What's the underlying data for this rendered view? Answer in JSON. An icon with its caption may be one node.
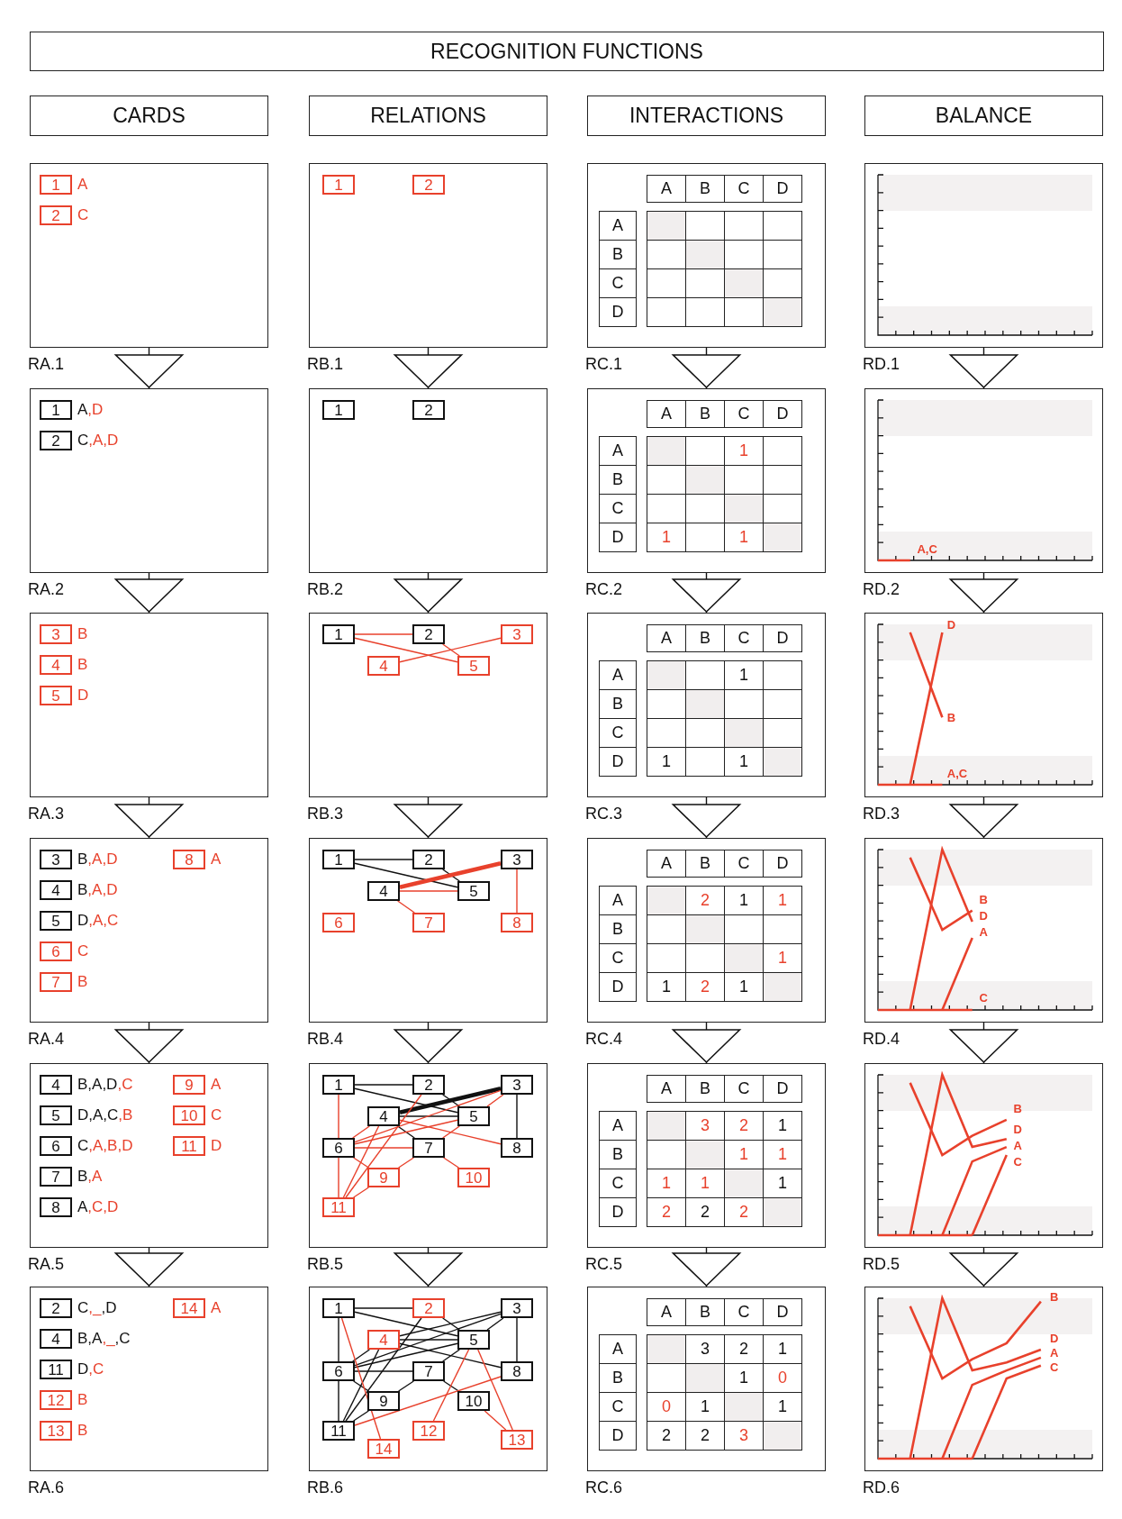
{
  "diagram": {
    "title": "RECOGNITION FUNCTIONS",
    "nodes": [
      {
        "text": [
          "CARDS"
        ]
      },
      {
        "text": [
          "RELATIONS"
        ]
      },
      {
        "text": [
          "INTERACTIONS"
        ]
      },
      {
        "text": [
          "BALANCE"
        ]
      },
      {
        "text": [],
        "shape": "box",
        "beside": [
          "RA.1"
        ]
      },
      {
        "text": [
          "1"
        ],
        "in": 4,
        "beside": [
          "A"
        ]
      },
      {
        "text": [
          "2"
        ],
        "in": 4,
        "beside": [
          "C"
        ]
      },
      {
        "text": [],
        "shape": "box",
        "beside": [
          "RB.1"
        ]
      },
      {
        "text": [
          "1"
        ],
        "in": 7
      },
      {
        "text": [
          "2"
        ],
        "in": 7
      },
      {
        "text": [],
        "shape": "box",
        "beside": [
          "RC.1"
        ]
      },
      {
        "text": [],
        "shape": "box",
        "beside": [
          "RD.1"
        ]
      },
      {
        "text": [],
        "shape": "box",
        "beside": [
          "RA.2"
        ]
      },
      {
        "text": [
          "1"
        ],
        "in": 12,
        "beside": [
          "A",
          ",D"
        ]
      },
      {
        "text": [
          "2"
        ],
        "in": 12,
        "beside": [
          "C",
          ",A,D"
        ]
      },
      {
        "text": [],
        "shape": "box",
        "beside": [
          "RB.2"
        ]
      },
      {
        "text": [
          "1"
        ],
        "in": 15
      },
      {
        "text": [
          "2"
        ],
        "in": 15
      },
      {
        "text": [],
        "shape": "box",
        "beside": [
          "RC.2"
        ]
      },
      {
        "text": [],
        "shape": "box",
        "beside": [
          "RD.2"
        ]
      },
      {
        "text": [],
        "shape": "box",
        "beside": [
          "RA.3"
        ]
      },
      {
        "text": [
          "3"
        ],
        "in": 20,
        "beside": [
          "B"
        ]
      },
      {
        "text": [
          "4"
        ],
        "in": 20,
        "beside": [
          "B"
        ]
      },
      {
        "text": [
          "5"
        ],
        "in": 20,
        "beside": [
          "D"
        ]
      },
      {
        "text": [],
        "shape": "box",
        "beside": [
          "RB.3"
        ]
      },
      {
        "text": [
          "1"
        ],
        "in": 24
      },
      {
        "text": [
          "2"
        ],
        "in": 24
      },
      {
        "text": [
          "3"
        ],
        "in": 24
      },
      {
        "text": [
          "4"
        ],
        "in": 24
      },
      {
        "text": [
          "5"
        ],
        "in": 24
      },
      {
        "text": [],
        "shape": "box",
        "beside": [
          "RC.3"
        ]
      },
      {
        "text": [],
        "shape": "box",
        "beside": [
          "RD.3"
        ]
      },
      {
        "text": [],
        "shape": "box",
        "beside": [
          "RA.4"
        ]
      },
      {
        "text": [
          "3"
        ],
        "in": 32,
        "beside": [
          "B",
          ",A,D"
        ]
      },
      {
        "text": [
          "8"
        ],
        "in": 32,
        "beside": [
          "A"
        ]
      },
      {
        "text": [
          "4"
        ],
        "in": 32,
        "beside": [
          "B",
          ",A,D"
        ]
      },
      {
        "text": [
          "5"
        ],
        "in": 32,
        "beside": [
          "D",
          ",A,C"
        ]
      },
      {
        "text": [
          "6"
        ],
        "in": 32,
        "beside": [
          "C"
        ]
      },
      {
        "text": [
          "7"
        ],
        "in": 32,
        "beside": [
          "B"
        ]
      },
      {
        "text": [],
        "shape": "box",
        "beside": [
          "RB.4"
        ]
      },
      {
        "text": [
          "1"
        ],
        "in": 39
      },
      {
        "text": [
          "2"
        ],
        "in": 39
      },
      {
        "text": [
          "3"
        ],
        "in": 39
      },
      {
        "text": [
          "4"
        ],
        "in": 39
      },
      {
        "text": [
          "5"
        ],
        "in": 39
      },
      {
        "text": [
          "6"
        ],
        "in": 39
      },
      {
        "text": [
          "7"
        ],
        "in": 39
      },
      {
        "text": [
          "8"
        ],
        "in": 39
      },
      {
        "text": [],
        "shape": "box",
        "beside": [
          "RC.4"
        ]
      },
      {
        "text": [],
        "shape": "box",
        "beside": [
          "RD.4"
        ]
      },
      {
        "text": [],
        "shape": "box",
        "beside": [
          "RA.5"
        ]
      },
      {
        "text": [
          "4"
        ],
        "in": 50,
        "beside": [
          "B,A,D",
          ",C"
        ]
      },
      {
        "text": [
          "9"
        ],
        "in": 50,
        "beside": [
          "A"
        ]
      },
      {
        "text": [
          "5"
        ],
        "in": 50,
        "beside": [
          "D,A,C",
          ",B"
        ]
      },
      {
        "text": [
          "10"
        ],
        "in": 50,
        "beside": [
          "C"
        ]
      },
      {
        "text": [
          "6"
        ],
        "in": 50,
        "beside": [
          "C",
          ",A,B,D"
        ]
      },
      {
        "text": [
          "11"
        ],
        "in": 50,
        "beside": [
          "D"
        ]
      },
      {
        "text": [
          "7"
        ],
        "in": 50,
        "beside": [
          "B",
          ",A"
        ]
      },
      {
        "text": [
          "8"
        ],
        "in": 50,
        "beside": [
          "A",
          ",C,D"
        ]
      },
      {
        "text": [],
        "shape": "box",
        "beside": [
          "RB.5"
        ]
      },
      {
        "text": [
          "1"
        ],
        "in": 59
      },
      {
        "text": [
          "2"
        ],
        "in": 59
      },
      {
        "text": [
          "3"
        ],
        "in": 59
      },
      {
        "text": [
          "4"
        ],
        "in": 59
      },
      {
        "text": [
          "5"
        ],
        "in": 59
      },
      {
        "text": [
          "6"
        ],
        "in": 59
      },
      {
        "text": [
          "7"
        ],
        "in": 59
      },
      {
        "text": [
          "8"
        ],
        "in": 59
      },
      {
        "text": [
          "9"
        ],
        "in": 59
      },
      {
        "text": [
          "10"
        ],
        "in": 59
      },
      {
        "text": [
          "11"
        ],
        "in": 59
      },
      {
        "text": [],
        "shape": "box",
        "beside": [
          "RC.5"
        ]
      },
      {
        "text": [],
        "shape": "box",
        "beside": [
          "RD.5"
        ]
      },
      {
        "text": [],
        "shape": "box",
        "beside": [
          "RA.6"
        ]
      },
      {
        "text": [
          "2"
        ],
        "in": 73,
        "beside": [
          "C",
          ",_",
          ",D"
        ]
      },
      {
        "text": [
          "14"
        ],
        "in": 73,
        "beside": [
          "A"
        ]
      },
      {
        "text": [
          "4"
        ],
        "in": 73,
        "beside": [
          "B,A",
          ",_",
          ",C"
        ]
      },
      {
        "text": [
          "11"
        ],
        "in": 73,
        "beside": [
          "D",
          ",C"
        ]
      },
      {
        "text": [
          "12"
        ],
        "in": 73,
        "beside": [
          "B"
        ]
      },
      {
        "text": [
          "13"
        ],
        "in": 73,
        "beside": [
          "B"
        ]
      },
      {
        "text": [],
        "shape": "box",
        "beside": [
          "RB.6"
        ]
      },
      {
        "text": [
          "1"
        ],
        "in": 80
      },
      {
        "text": [
          "2"
        ],
        "in": 80
      },
      {
        "text": [
          "3"
        ],
        "in": 80
      },
      {
        "text": [
          "4"
        ],
        "in": 80
      },
      {
        "text": [
          "5"
        ],
        "in": 80
      },
      {
        "text": [
          "6"
        ],
        "in": 80
      },
      {
        "text": [
          "7"
        ],
        "in": 80
      },
      {
        "text": [
          "8"
        ],
        "in": 80
      },
      {
        "text": [
          "9"
        ],
        "in": 80
      },
      {
        "text": [
          "10"
        ],
        "in": 80
      },
      {
        "text": [
          "11"
        ],
        "in": 80
      },
      {
        "text": [
          "12"
        ],
        "in": 80
      },
      {
        "text": [
          "13"
        ],
        "in": 80
      },
      {
        "text": [
          "14"
        ],
        "in": 80
      },
      {
        "text": [],
        "shape": "box",
        "beside": [
          "RC.6"
        ]
      },
      {
        "text": [],
        "shape": "box",
        "beside": [
          "RD.6"
        ]
      }
    ],
    "edges": [
      {
        "from": 4,
        "to": 12,
        "arrow": "to"
      },
      {
        "from": 7,
        "to": 15,
        "arrow": "to"
      },
      {
        "from": 10,
        "to": 18,
        "arrow": "to"
      },
      {
        "from": 11,
        "to": 19,
        "arrow": "to"
      },
      {
        "from": 12,
        "to": 20,
        "arrow": "to"
      },
      {
        "from": 15,
        "to": 24,
        "arrow": "to"
      },
      {
        "from": 18,
        "to": 30,
        "arrow": "to"
      },
      {
        "from": 19,
        "to": 31,
        "arrow": "to"
      },
      {
        "from": 20,
        "to": 32,
        "arrow": "to"
      },
      {
        "from": 24,
        "to": 39,
        "arrow": "to"
      },
      {
        "from": 30,
        "to": 48,
        "arrow": "to"
      },
      {
        "from": 31,
        "to": 49,
        "arrow": "to"
      },
      {
        "from": 32,
        "to": 50,
        "arrow": "to"
      },
      {
        "from": 39,
        "to": 59,
        "arrow": "to"
      },
      {
        "from": 48,
        "to": 71,
        "arrow": "to"
      },
      {
        "from": 49,
        "to": 72,
        "arrow": "to"
      },
      {
        "from": 50,
        "to": 73,
        "arrow": "to"
      },
      {
        "from": 59,
        "to": 80,
        "arrow": "to"
      },
      {
        "from": 71,
        "to": 95,
        "arrow": "to"
      },
      {
        "from": 72,
        "to": 96,
        "arrow": "to"
      },
      {
        "from": 25,
        "to": 26,
        "arrow": "none",
        "color": "#e8412c"
      },
      {
        "from": 25,
        "to": 29,
        "arrow": "none",
        "color": "#e8412c"
      },
      {
        "from": 26,
        "to": 29,
        "arrow": "none",
        "color": "#e8412c"
      },
      {
        "from": 27,
        "to": 28,
        "arrow": "none",
        "color": "#e8412c"
      },
      {
        "from": 40,
        "to": 41,
        "arrow": "none"
      },
      {
        "from": 40,
        "to": 44,
        "arrow": "none"
      },
      {
        "from": 41,
        "to": 44,
        "arrow": "none"
      },
      {
        "from": 42,
        "to": 43,
        "arrow": "none",
        "style": "thick",
        "color": "#e8412c"
      },
      {
        "from": 43,
        "to": 44,
        "arrow": "none",
        "color": "#e8412c"
      },
      {
        "from": 43,
        "to": 46,
        "arrow": "none",
        "color": "#e8412c"
      },
      {
        "from": 42,
        "to": 47,
        "arrow": "none",
        "color": "#e8412c"
      },
      {
        "from": 60,
        "to": 61,
        "arrow": "none"
      },
      {
        "from": 60,
        "to": 64,
        "arrow": "none"
      },
      {
        "from": 61,
        "to": 64,
        "arrow": "none"
      },
      {
        "from": 62,
        "to": 63,
        "arrow": "none",
        "style": "thick"
      },
      {
        "from": 63,
        "to": 64,
        "arrow": "none"
      },
      {
        "from": 63,
        "to": 66,
        "arrow": "none"
      },
      {
        "from": 62,
        "to": 67,
        "arrow": "none"
      },
      {
        "from": 60,
        "to": 65,
        "arrow": "none",
        "color": "#e8412c"
      },
      {
        "from": 65,
        "to": 70,
        "arrow": "none",
        "color": "#e8412c"
      },
      {
        "from": 63,
        "to": 65,
        "arrow": "none",
        "color": "#e8412c"
      },
      {
        "from": 62,
        "to": 65,
        "arrow": "none",
        "color": "#e8412c"
      },
      {
        "from": 64,
        "to": 65,
        "arrow": "none",
        "color": "#e8412c"
      },
      {
        "from": 61,
        "to": 70,
        "arrow": "none",
        "color": "#e8412c"
      },
      {
        "from": 63,
        "to": 70,
        "arrow": "none",
        "color": "#e8412c"
      },
      {
        "from": 63,
        "to": 67,
        "arrow": "none",
        "color": "#e8412c"
      },
      {
        "from": 62,
        "to": 64,
        "arrow": "none",
        "color": "#e8412c"
      },
      {
        "from": 65,
        "to": 66,
        "arrow": "none",
        "color": "#e8412c"
      },
      {
        "from": 65,
        "to": 68,
        "arrow": "none",
        "color": "#e8412c"
      },
      {
        "from": 66,
        "to": 68,
        "arrow": "none",
        "color": "#e8412c"
      },
      {
        "from": 66,
        "to": 69,
        "arrow": "none",
        "color": "#e8412c"
      },
      {
        "from": 68,
        "to": 70,
        "arrow": "none",
        "color": "#e8412c"
      },
      {
        "from": 64,
        "to": 66,
        "arrow": "none",
        "color": "#e8412c"
      },
      {
        "from": 81,
        "to": 82,
        "arrow": "none"
      },
      {
        "from": 81,
        "to": 85,
        "arrow": "none"
      },
      {
        "from": 81,
        "to": 86,
        "arrow": "none"
      },
      {
        "from": 86,
        "to": 91,
        "arrow": "none"
      },
      {
        "from": 82,
        "to": 85,
        "arrow": "none"
      },
      {
        "from": 82,
        "to": 91,
        "arrow": "none"
      },
      {
        "from": 83,
        "to": 84,
        "arrow": "none"
      },
      {
        "from": 83,
        "to": 85,
        "arrow": "none"
      },
      {
        "from": 83,
        "to": 86,
        "arrow": "none"
      },
      {
        "from": 83,
        "to": 88,
        "arrow": "none"
      },
      {
        "from": 84,
        "to": 85,
        "arrow": "none"
      },
      {
        "from": 84,
        "to": 86,
        "arrow": "none"
      },
      {
        "from": 84,
        "to": 88,
        "arrow": "none"
      },
      {
        "from": 84,
        "to": 91,
        "arrow": "none"
      },
      {
        "from": 85,
        "to": 86,
        "arrow": "none"
      },
      {
        "from": 86,
        "to": 87,
        "arrow": "none"
      },
      {
        "from": 86,
        "to": 89,
        "arrow": "none"
      },
      {
        "from": 87,
        "to": 89,
        "arrow": "none"
      },
      {
        "from": 87,
        "to": 90,
        "arrow": "none"
      },
      {
        "from": 89,
        "to": 91,
        "arrow": "none"
      },
      {
        "from": 85,
        "to": 87,
        "arrow": "none"
      },
      {
        "from": 81,
        "to": 94,
        "arrow": "none",
        "color": "#e8412c"
      },
      {
        "from": 85,
        "to": 92,
        "arrow": "none",
        "color": "#e8412c"
      },
      {
        "from": 85,
        "to": 93,
        "arrow": "none",
        "color": "#e8412c"
      },
      {
        "from": 90,
        "to": 93,
        "arrow": "none",
        "color": "#e8412c"
      },
      {
        "from": 88,
        "to": 91,
        "arrow": "none",
        "color": "#e8412c"
      }
    ],
    "labels": [
      "A",
      "B",
      "C",
      "D",
      "A",
      "B",
      "C",
      "D",
      "A",
      "B",
      "C",
      "D",
      "A",
      "1",
      "B",
      "C",
      "D",
      "1",
      "1",
      "A,C",
      "A",
      "B",
      "C",
      "D",
      "A",
      "1",
      "B",
      "C",
      "D",
      "1",
      "1",
      "D",
      "B",
      "A,C",
      "A",
      "B",
      "C",
      "D",
      "A",
      "2",
      "1",
      "1",
      "B",
      "C",
      "1",
      "D",
      "1",
      "2",
      "1",
      "B",
      "D",
      "A",
      "C",
      "A",
      "B",
      "C",
      "D",
      "A",
      "3",
      "2",
      "1",
      "B",
      "1",
      "1",
      "C",
      "1",
      "1",
      "1",
      "D",
      "2",
      "2",
      "2",
      "B",
      "D",
      "A",
      "C",
      "A",
      "B",
      "C",
      "D",
      "A",
      "3",
      "2",
      "1",
      "B",
      "1",
      "0",
      "C",
      "0",
      "1",
      "1",
      "D",
      "2",
      "2",
      "3",
      "B",
      "D",
      "A",
      "C"
    ]
  }
}
